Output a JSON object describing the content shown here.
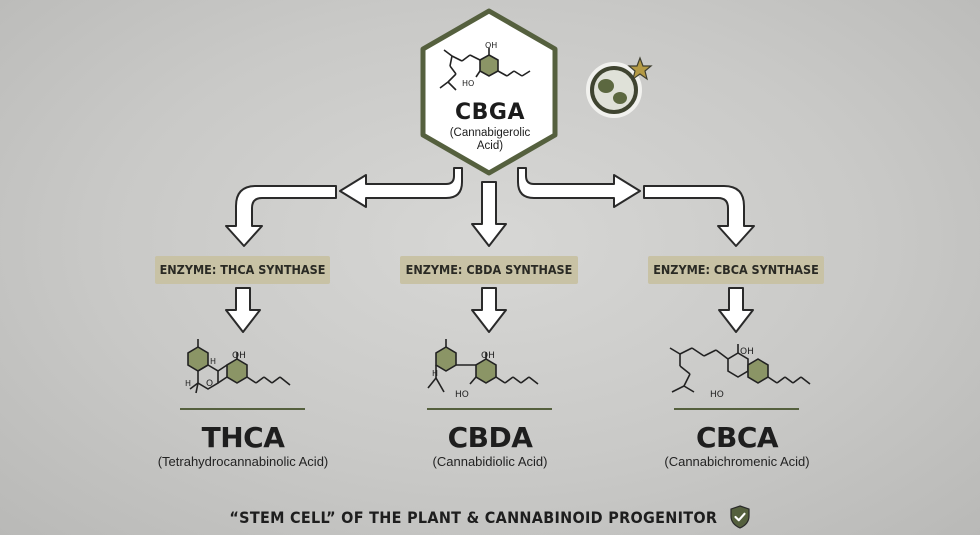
{
  "source": {
    "name": "CBGA",
    "full_name_line1": "(Cannabigerolic",
    "full_name_line2": "Acid)"
  },
  "pathways": [
    {
      "enzyme": "ENZYME: THCA SYNTHASE",
      "product": "THCA",
      "product_full": "(Tetrahydrocannabinolic Acid)"
    },
    {
      "enzyme": "ENZYME: CBDA SYNTHASE",
      "product": "CBDA",
      "product_full": "(Cannabidiolic Acid)"
    },
    {
      "enzyme": "ENZYME: CBCA SYNTHASE",
      "product": "CBCA",
      "product_full": "(Cannabichromenic Acid)"
    }
  ],
  "footer": {
    "text": "“STEM CELL” OF THE PLANT & CANNABINOID PROGENITOR"
  },
  "icons": {
    "cell": "stem-cell-icon",
    "shield": "shield-check-icon"
  },
  "colors": {
    "accent_green": "#55603e",
    "enzyme_bg": "#c8c2a5",
    "arrow_fill": "#ffffff",
    "arrow_stroke": "#2a2a2a"
  }
}
